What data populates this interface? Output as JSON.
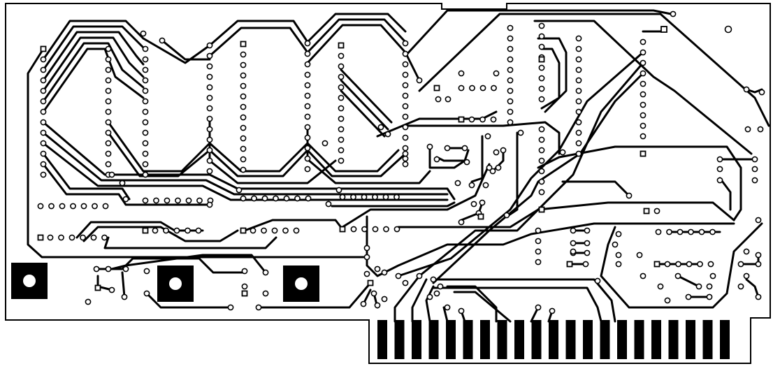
{
  "board": {
    "kind": "pcb-trace-layout",
    "trace_color": "#000000",
    "background_color": "#ffffff",
    "edge_connector": {
      "finger_count": 21
    },
    "mounting_holes": 3,
    "ic_sockets": [
      "dip-1",
      "dip-2",
      "dip-3",
      "dip-4",
      "dip-5",
      "dip-6"
    ]
  }
}
